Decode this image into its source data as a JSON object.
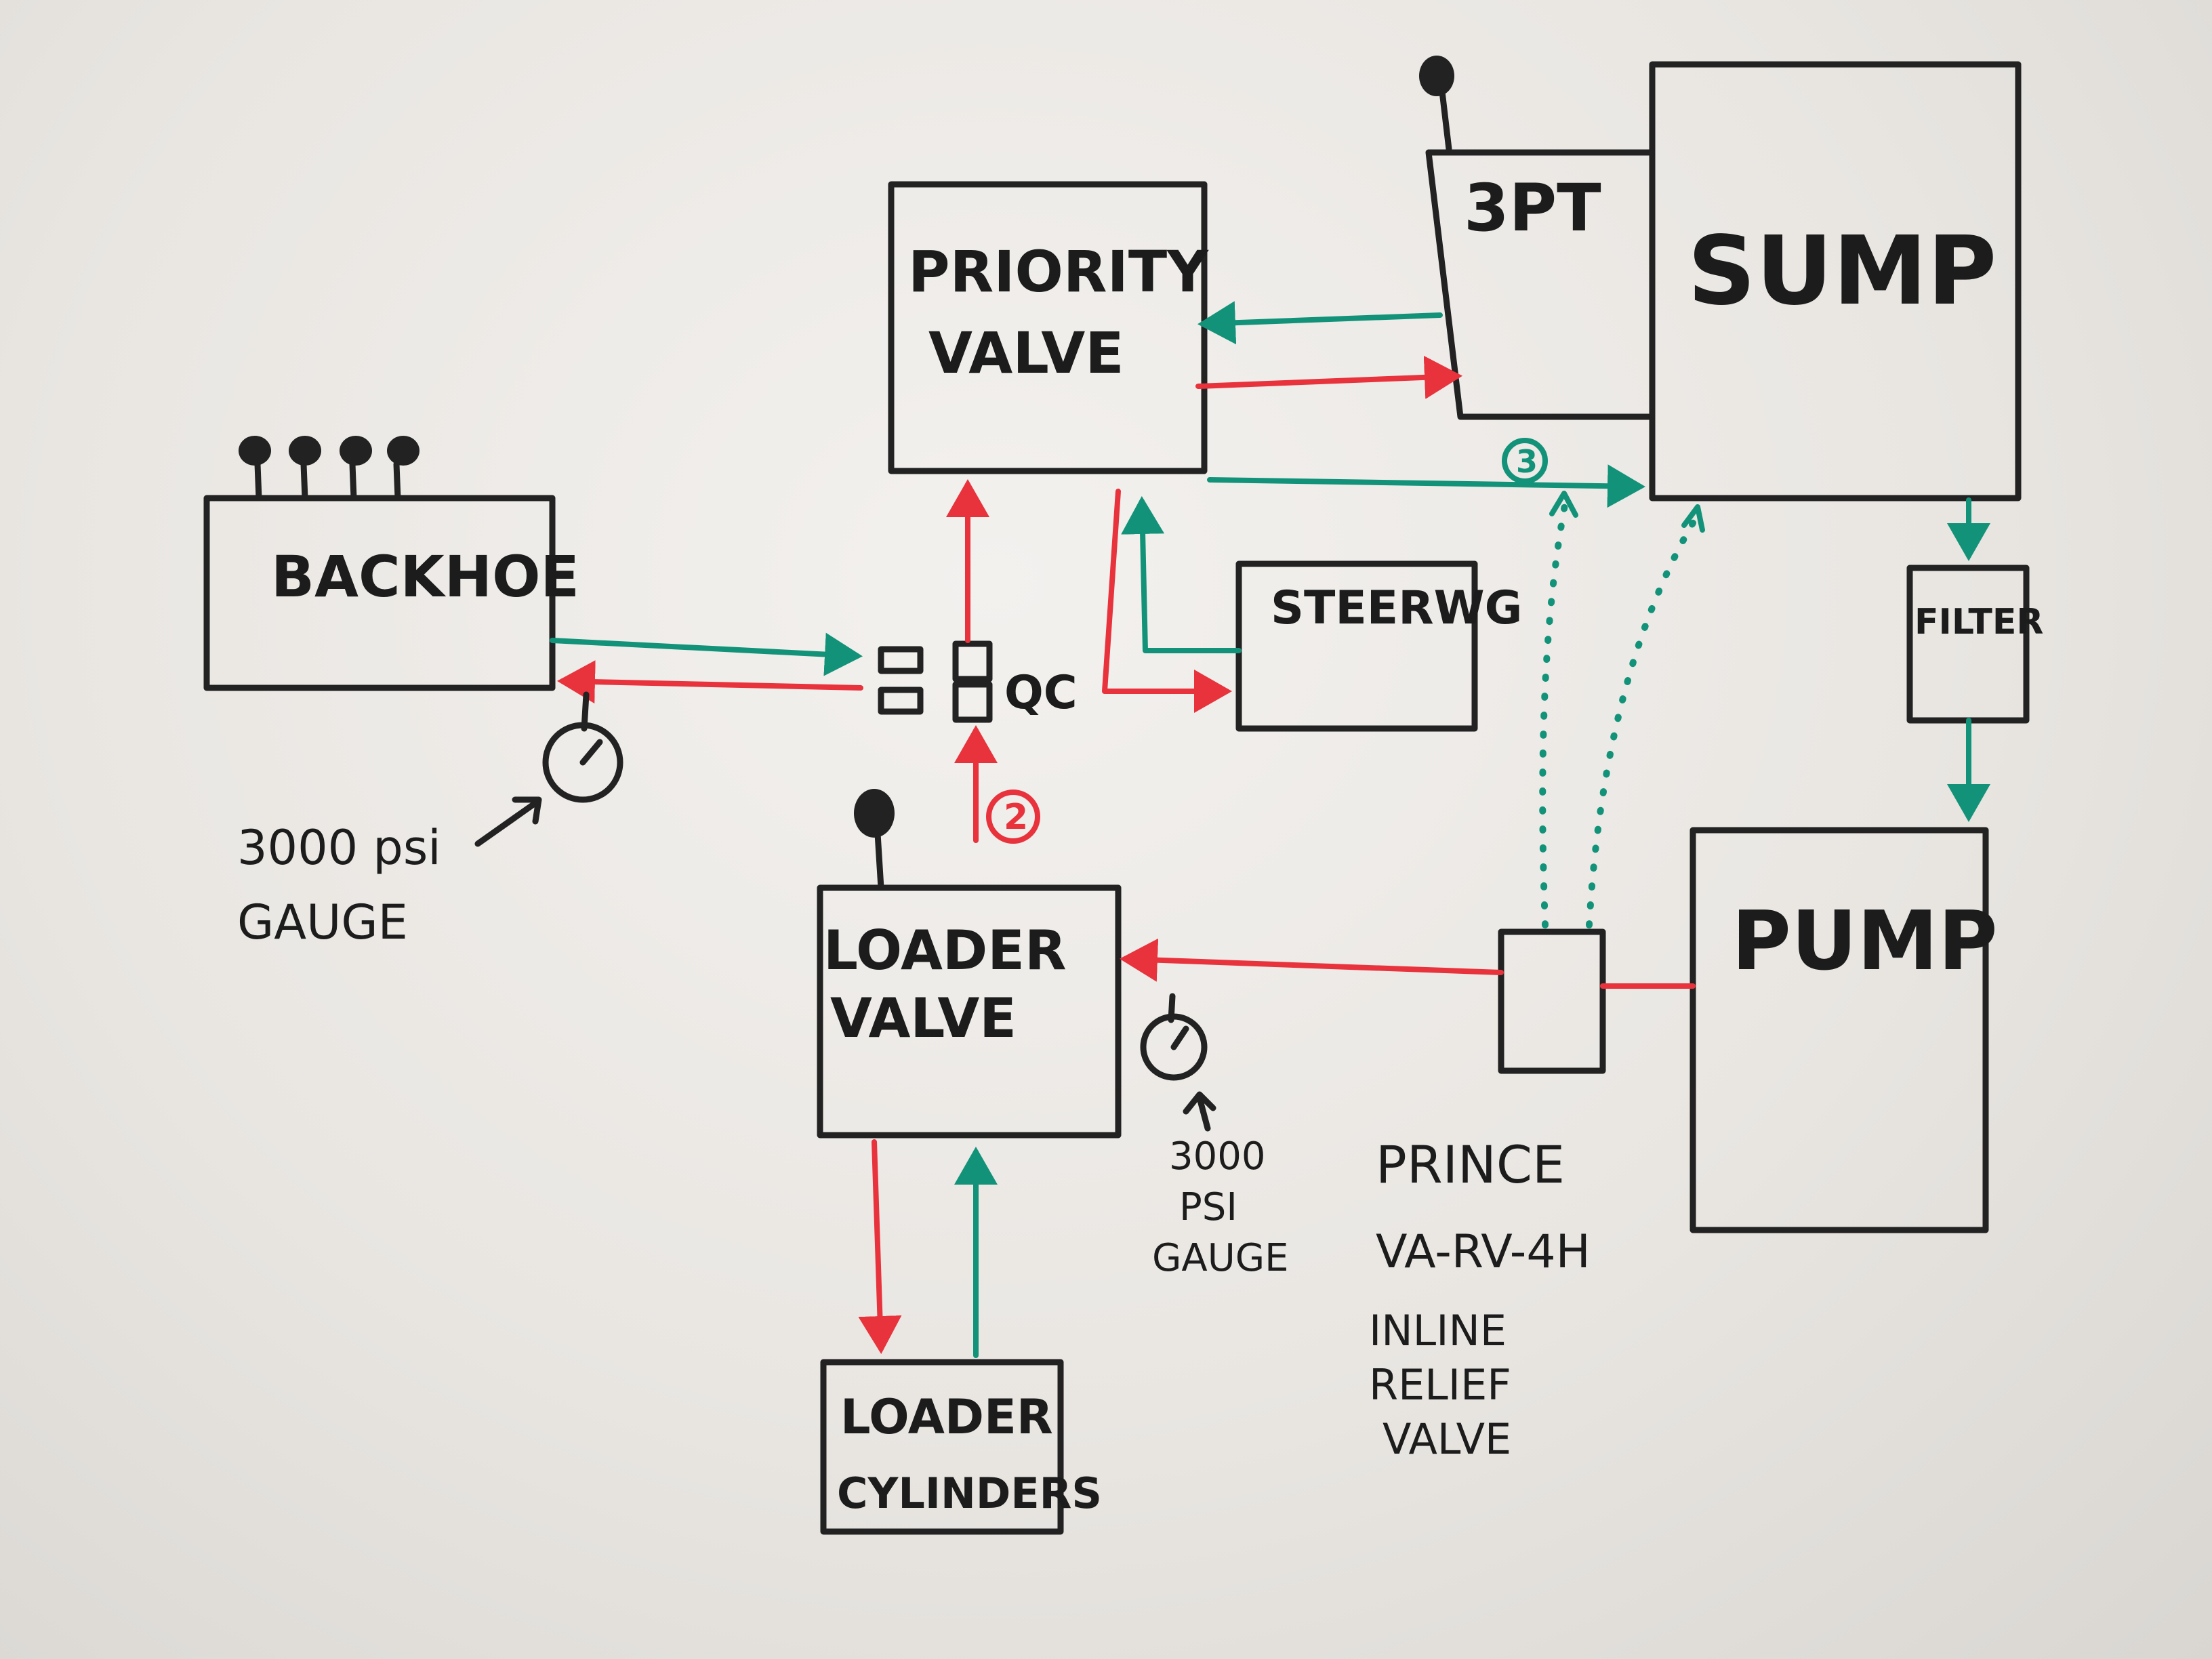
{
  "colors": {
    "ink": "#222222",
    "pressure": "#e8323c",
    "return": "#129379"
  },
  "blocks": {
    "priority_valve": [
      "PRIORITY",
      "VALVE"
    ],
    "three_pt": "3PT",
    "sump": "SUMP",
    "backhoe": "BACKHOE",
    "steering": "STEERWG",
    "filter": "FILTER",
    "pump": "PUMP",
    "loader_valve": [
      "LOADER",
      "VALVE"
    ],
    "loader_cylinders": [
      "LOADER",
      "CYLINDERS"
    ]
  },
  "qc": "QC",
  "markers": {
    "two": "2",
    "three": "3"
  },
  "gauge_left": [
    "3000 psi",
    "GAUGE"
  ],
  "gauge_right": [
    "3000",
    "PSI",
    "GAUGE"
  ],
  "relief": {
    "brand": "PRINCE",
    "model": "VA-RV-4H",
    "desc": [
      "INLINE",
      "RELIEF",
      "VALVE"
    ]
  },
  "icons": [
    "lever-knob-icon",
    "pressure-gauge-icon",
    "quick-coupler-icon"
  ]
}
